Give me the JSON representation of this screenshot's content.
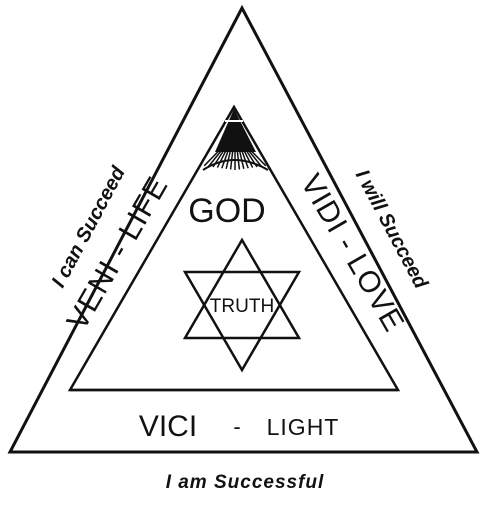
{
  "outer_sides": {
    "left": "I can Succeed",
    "right": "I will Succeed",
    "bottom": "I am Successful"
  },
  "inner_sides": {
    "left": "VENI - LIFE",
    "right": "VIDI - LOVE",
    "bottom_word": "VICI",
    "bottom_dash": "-",
    "bottom_value": "LIGHT"
  },
  "center": {
    "apex": "GOD",
    "star": "TRUTH"
  },
  "colors": {
    "ink": "#111111",
    "paper": "#ffffff"
  }
}
